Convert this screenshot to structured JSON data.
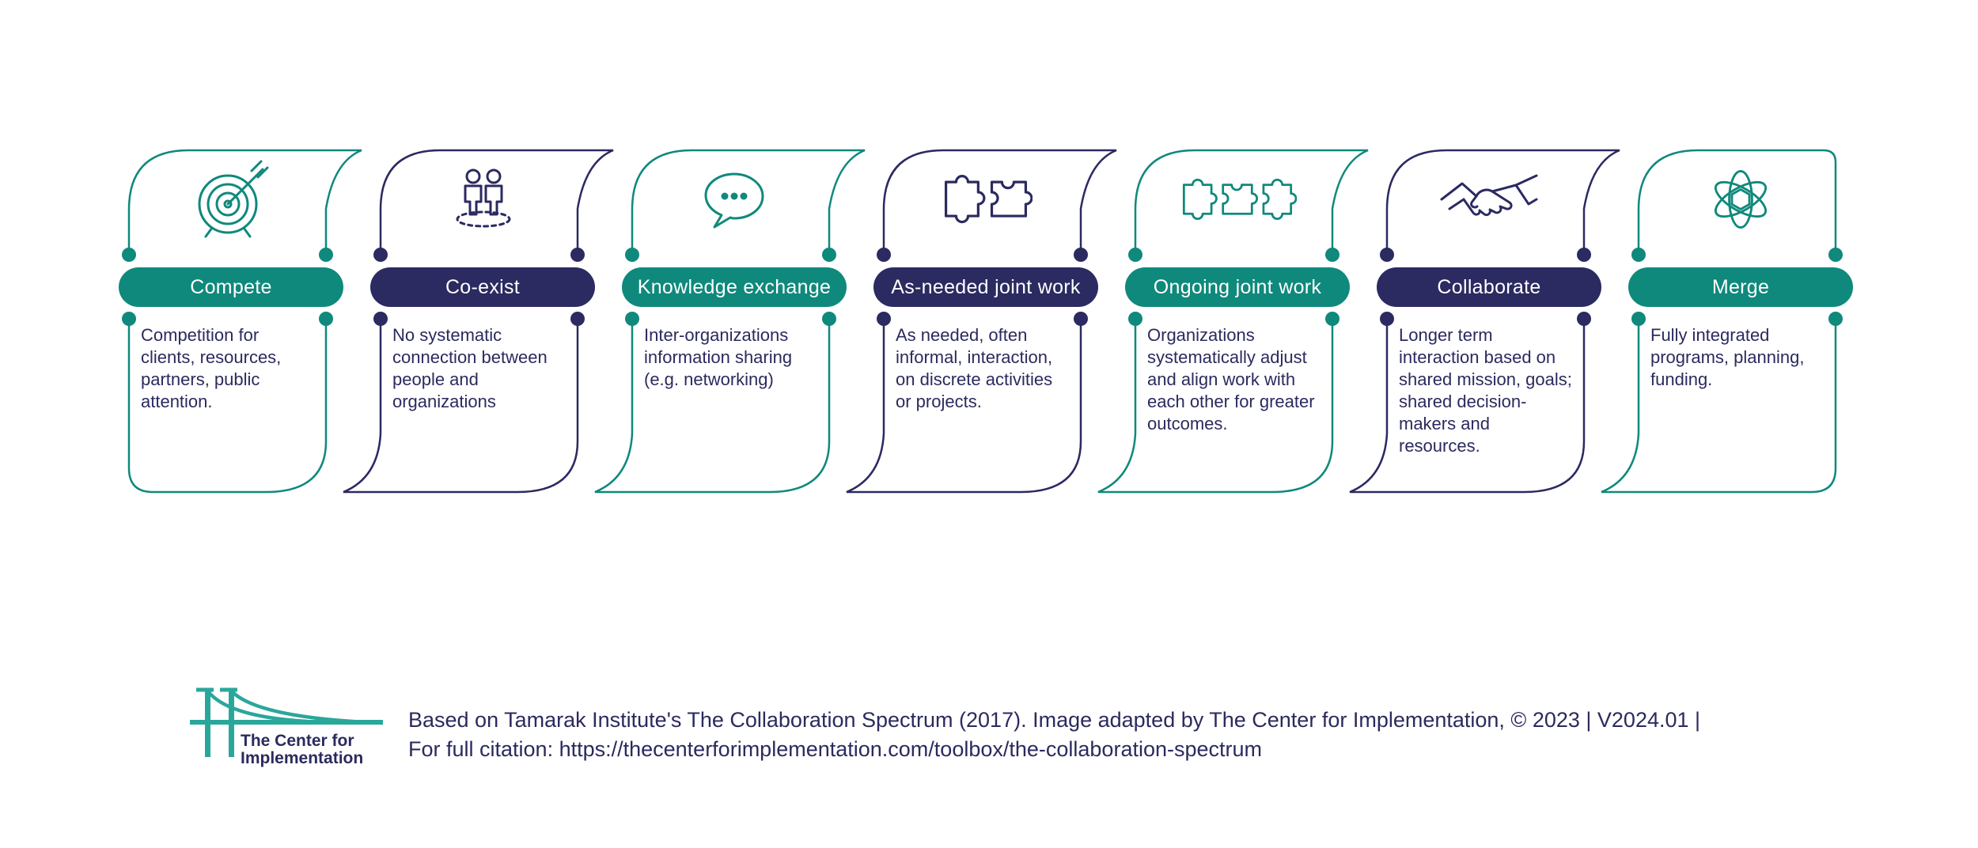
{
  "palette": {
    "teal": "#0F897C",
    "navy": "#2B2A61",
    "text_navy": "#2B2A5E",
    "logo_teal": "#2AA79B",
    "background": "#FFFFFF"
  },
  "columns": [
    {
      "label": "Compete",
      "description": "Competition for clients, resources, partners, public attention.",
      "color": "teal",
      "icon": "target-icon"
    },
    {
      "label": "Co-exist",
      "description": "No systematic connection between people and organizations",
      "color": "navy",
      "icon": "people-icon"
    },
    {
      "label": "Knowledge exchange",
      "description": "Inter-organizations information sharing (e.g. networking)",
      "color": "teal",
      "icon": "speech-bubble-icon"
    },
    {
      "label": "As-needed joint work",
      "description": "As needed, often informal, interaction, on discrete activities or projects.",
      "color": "navy",
      "icon": "puzzle-two-icon"
    },
    {
      "label": "Ongoing joint work",
      "description": "Organizations systematically adjust and align work with each other for greater outcomes.",
      "color": "teal",
      "icon": "puzzle-three-icon"
    },
    {
      "label": "Collaborate",
      "description": "Longer term interaction based on shared mission, goals; shared decision-makers and resources.",
      "color": "navy",
      "icon": "handshake-icon"
    },
    {
      "label": "Merge",
      "description": "Fully integrated programs, planning, funding.",
      "color": "teal",
      "icon": "atom-icon"
    }
  ],
  "footer": {
    "logo": {
      "line1": "The Center for",
      "line2": "Implementation"
    },
    "citation_line1": "Based on Tamarak Institute's The Collaboration Spectrum (2017). Image adapted by The Center for Implementation, © 2023 | V2024.01 |",
    "citation_line2": "For full citation: https://thecenterforimplementation.com/toolbox/the-collaboration-spectrum"
  }
}
